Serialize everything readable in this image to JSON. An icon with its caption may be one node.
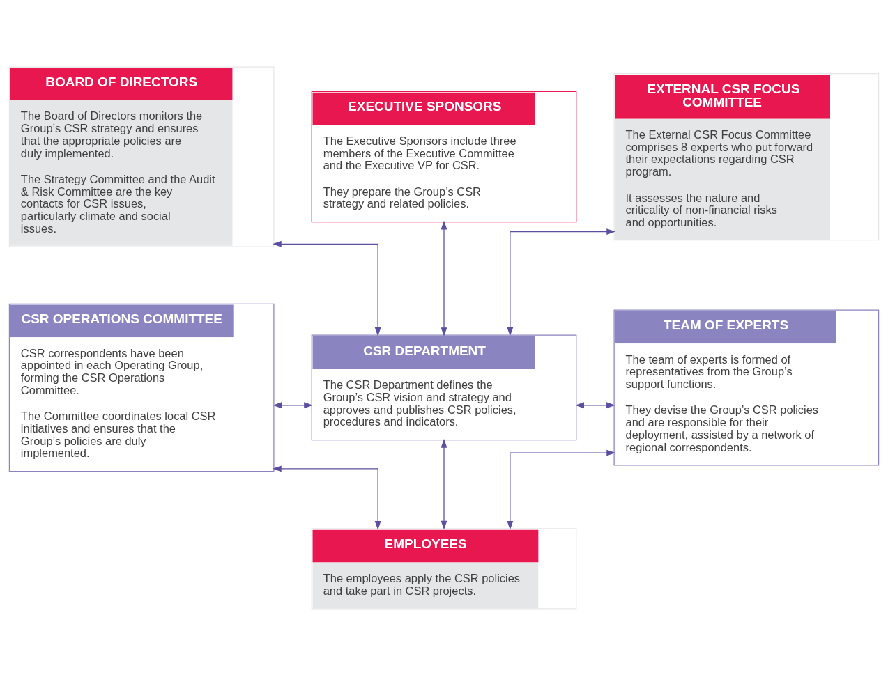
{
  "diagram": {
    "nodes": [
      {
        "text": [
          "BOARD OF DIRECTORS",
          "The Board of Directors monitors the Group’s CSR strategy and ensures that the appropriate policies are duly implemented.",
          "The Strategy Committee and the Audit & Risk Committee are the key contacts for CSR issues, particularly climate and social issues."
        ]
      },
      {
        "text": [
          "EXECUTIVE SPONSORS",
          "The Executive Sponsors include three members of the Executive Committee and the Executive VP for CSR.",
          "They prepare the Group’s CSR strategy and related policies."
        ]
      },
      {
        "text": [
          "EXTERNAL CSR FOCUS COMMITTEE",
          "The External CSR Focus Committee comprises 8 experts who put forward their expectations regarding CSR program.",
          "It assesses the nature and criticality of non-financial risks and opportunities."
        ]
      },
      {
        "text": [
          "CSR OPERATIONS COMMITTEE",
          "CSR correspondents have been appointed in each Operating Group, forming the CSR Operations Committee.",
          "The Committee coordinates local CSR initiatives and ensures that the Group’s policies are duly implemented."
        ]
      },
      {
        "text": [
          "CSR DEPARTMENT",
          "The CSR Department defines the Group’s CSR vision and strategy and approves and publishes CSR policies, procedures and indicators."
        ]
      },
      {
        "text": [
          "TEAM OF EXPERTS",
          "The team of experts is formed of representatives from the Group’s support functions.",
          "They devise the Group’s CSR policies and are responsible for their deployment, assisted by a network of regional correspondents."
        ]
      },
      {
        "text": [
          "EMPLOYEES",
          "The employees apply the CSR policies and take part in CSR projects."
        ]
      }
    ],
    "edges": [
      {
        "from": 0,
        "to": 4,
        "arrow": "both"
      },
      {
        "from": 1,
        "to": 4,
        "arrow": "both"
      },
      {
        "from": 2,
        "to": 4,
        "arrow": "both"
      },
      {
        "from": 3,
        "to": 4,
        "arrow": "both"
      },
      {
        "from": 4,
        "to": 5,
        "arrow": "both"
      },
      {
        "from": 4,
        "to": 6,
        "arrow": "both"
      },
      {
        "from": 3,
        "to": 6,
        "arrow": "both"
      },
      {
        "from": 5,
        "to": 6,
        "arrow": "both"
      }
    ]
  }
}
